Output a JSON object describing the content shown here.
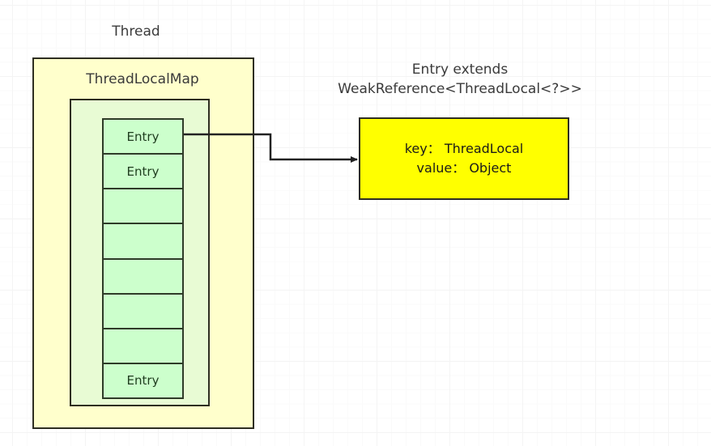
{
  "background": {
    "grid_color": "#f4f4f4",
    "page_color": "#ffffff"
  },
  "diagram": {
    "title_thread": "Thread",
    "thread_box": {
      "label": "Thread",
      "fill": "#ffffcc",
      "stroke": "#2e2e21"
    },
    "threadlocalmap_box": {
      "label": "ThreadLocalMap",
      "fill": "#e8fbd4",
      "stroke": "#2e2e21"
    },
    "entry_table": {
      "fill": "#ccffcc",
      "stroke": "#2e3b28",
      "cells": [
        {
          "label": "Entry"
        },
        {
          "label": "Entry"
        },
        {
          "label": ""
        },
        {
          "label": ""
        },
        {
          "label": ""
        },
        {
          "label": ""
        },
        {
          "label": ""
        },
        {
          "label": "Entry"
        }
      ]
    },
    "entry_caption": {
      "line1": "Entry extends",
      "line2": "WeakReference<ThreadLocal<?>>"
    },
    "kv_box": {
      "fill": "#ffff00",
      "stroke": "#2e2e21",
      "line1": "key： ThreadLocal",
      "line2": "value： Object"
    },
    "connector": {
      "stroke": "#222222",
      "from": "entry-cell-0",
      "to": "kv-box"
    }
  }
}
